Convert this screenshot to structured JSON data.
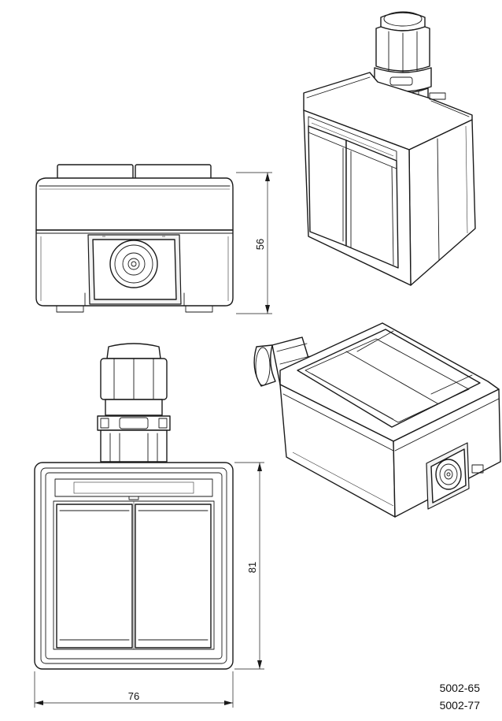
{
  "dimensions": {
    "height_front": "56",
    "height_top": "81",
    "width_top": "76"
  },
  "part_numbers": [
    "5002-65",
    "5002-77"
  ]
}
